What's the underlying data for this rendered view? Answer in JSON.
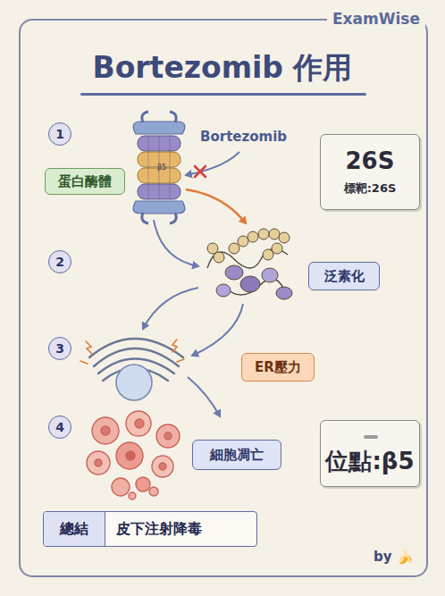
{
  "diagram": {
    "title": "Bortezomib 作用",
    "nodes": [
      {
        "text": [
          "蛋白酶體"
        ]
      },
      {
        "text": [
          "26S",
          "標靶:26S"
        ]
      },
      {
        "text": [
          "泛素化"
        ]
      },
      {
        "text": [
          "ER壓力"
        ]
      },
      {
        "text": [
          "細胞凋亡"
        ]
      },
      {
        "text": [
          "位點:β5"
        ]
      },
      {
        "text": [
          "總結",
          "皮下注射降毒"
        ]
      }
    ],
    "labels": [
      "ExamWise",
      "1",
      "2",
      "3",
      "4",
      "Bortezomib",
      "β5",
      "by 🍌"
    ]
  }
}
